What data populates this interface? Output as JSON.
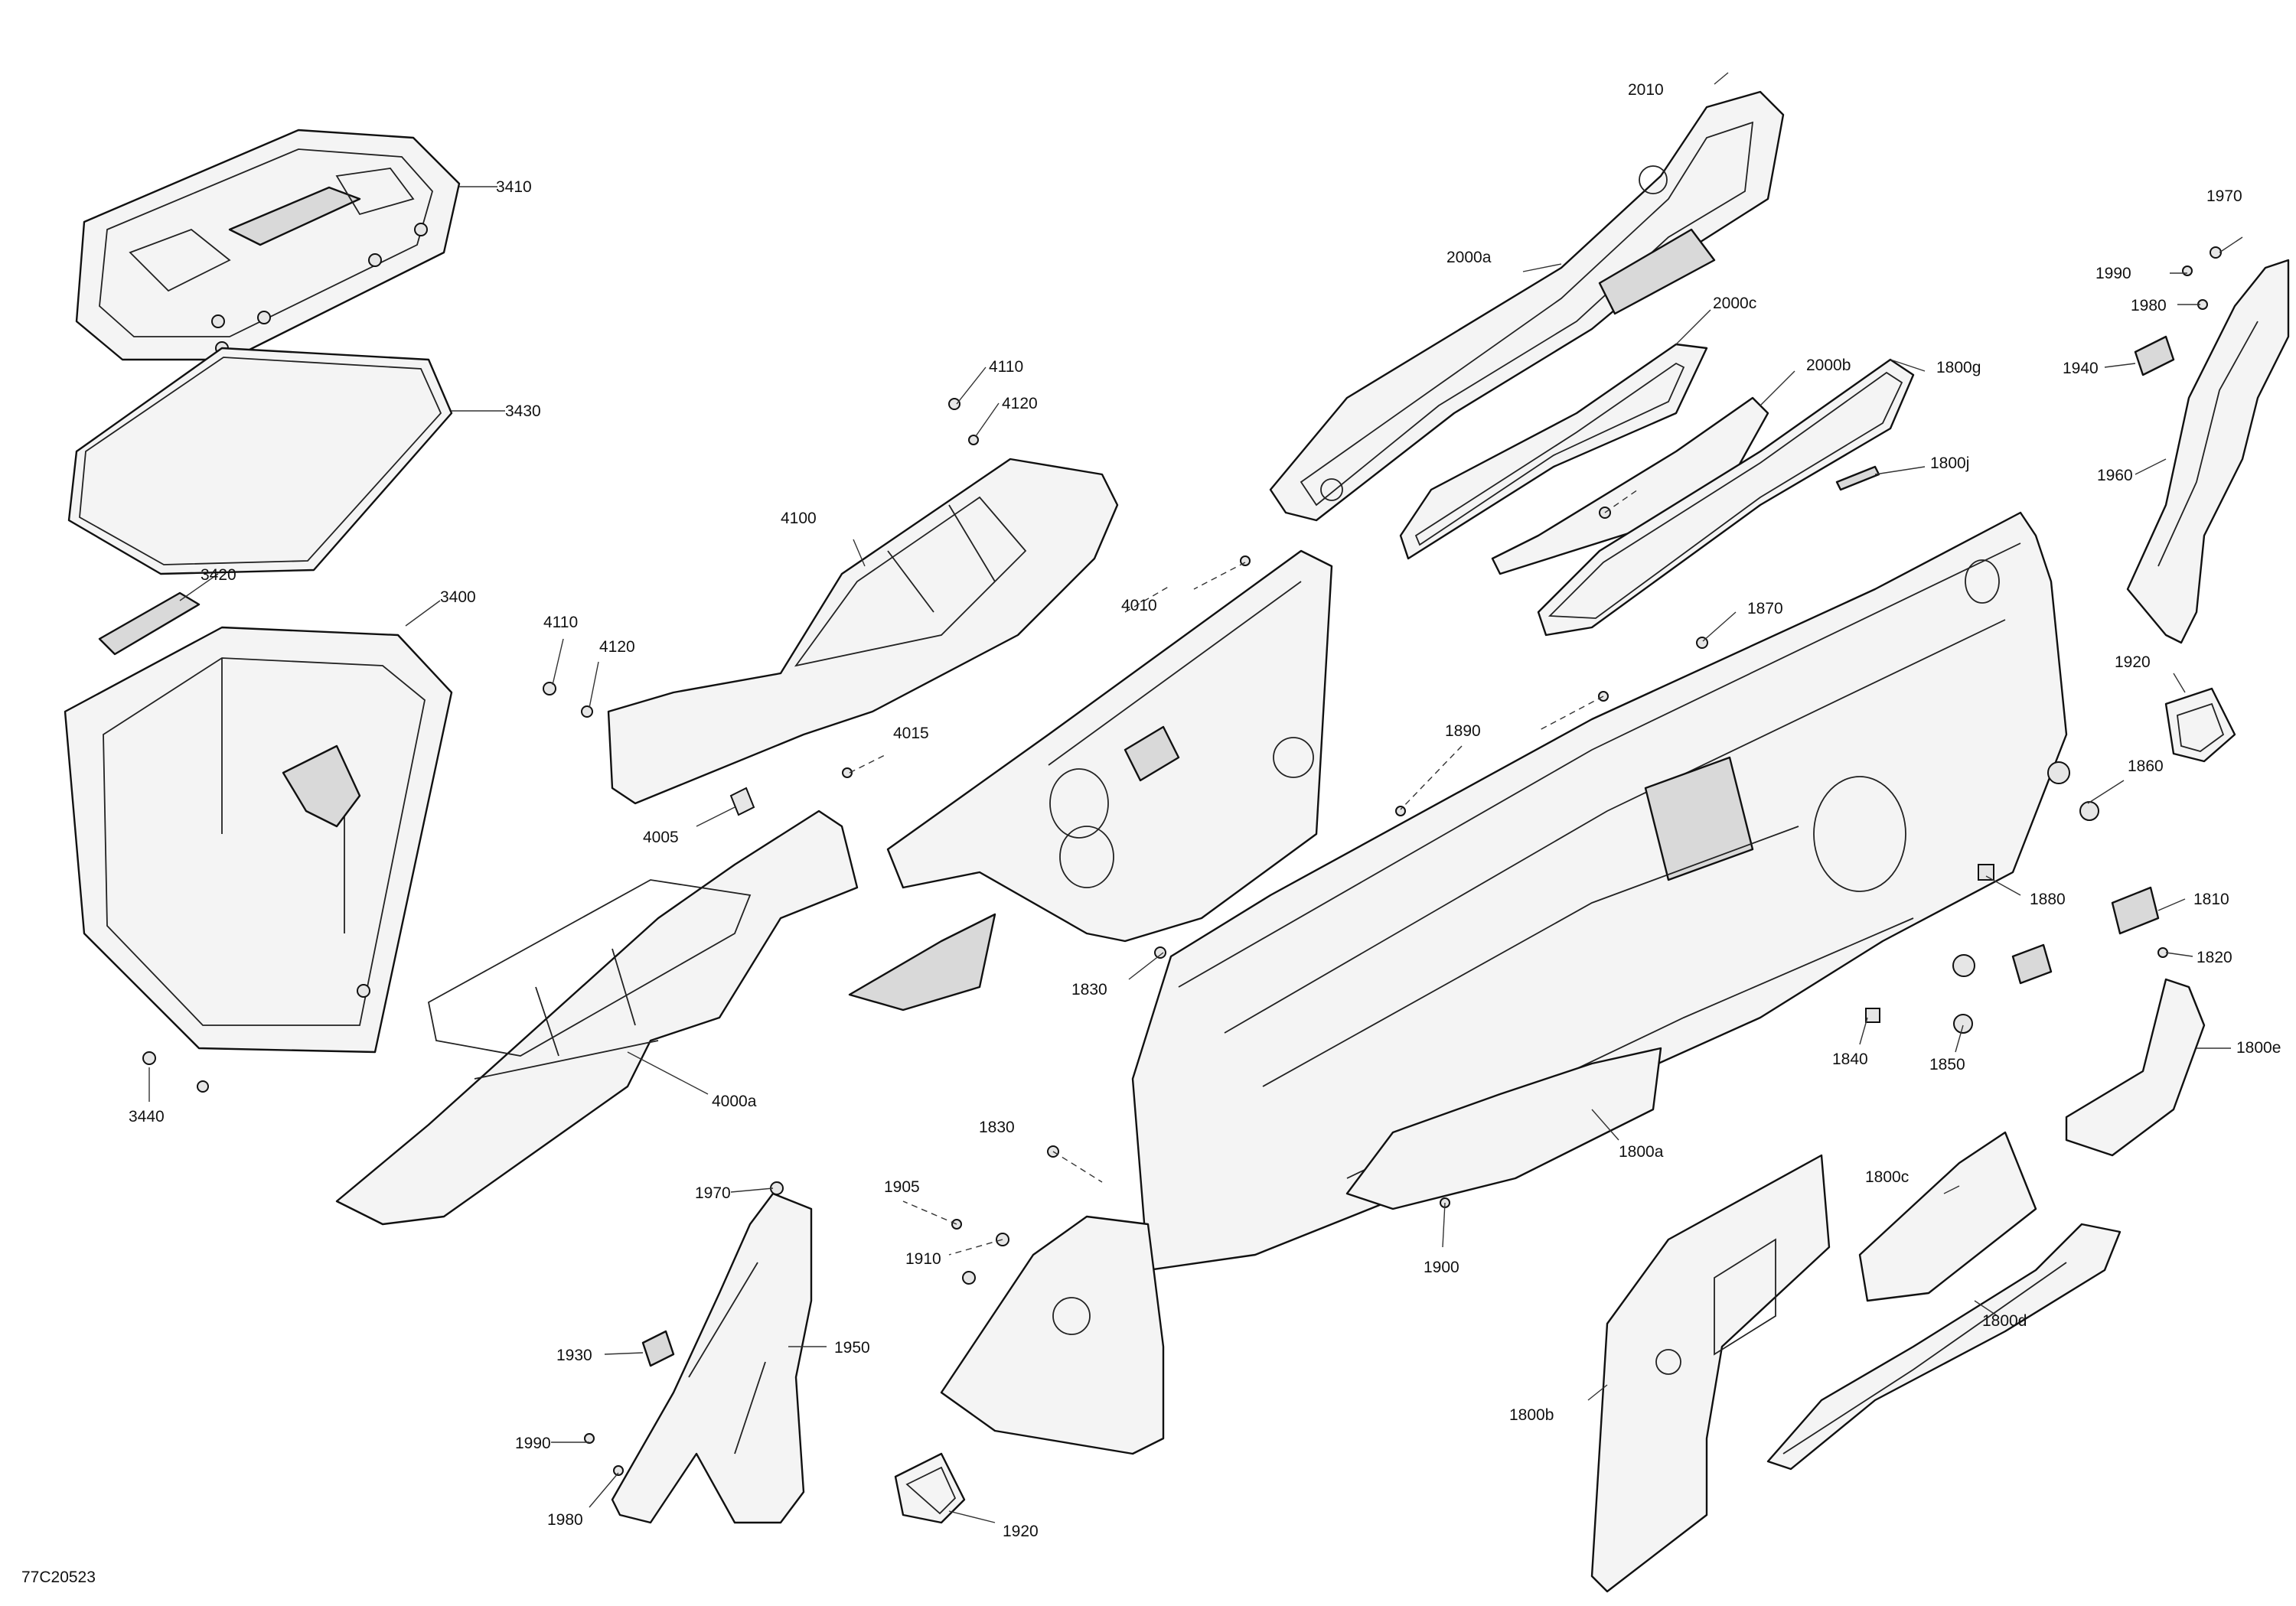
{
  "document_id": "77C20523",
  "callouts": {
    "c3410": "3410",
    "c3430": "3430",
    "c3420": "3420",
    "c3400": "3400",
    "c3440": "3440",
    "c4110a": "4110",
    "c4120a": "4120",
    "c4100": "4100",
    "c4110b": "4110",
    "c4120b": "4120",
    "c4010": "4010",
    "c4015": "4015",
    "c4005": "4005",
    "c4000a": "4000a",
    "c2010": "2010",
    "c2000a": "2000a",
    "c2000c": "2000c",
    "c2000b": "2000b",
    "c1800g": "1800g",
    "c1800j": "1800j",
    "c1870": "1870",
    "c1890": "1890",
    "c1830a": "1830",
    "c1830b": "1830",
    "c1970a": "1970",
    "c1990a": "1990",
    "c1980a": "1980",
    "c1940": "1940",
    "c1960": "1960",
    "c1920a": "1920",
    "c1860": "1860",
    "c1880": "1880",
    "c1810": "1810",
    "c1820": "1820",
    "c1840": "1840",
    "c1850": "1850",
    "c1800e": "1800e",
    "c1800a": "1800a",
    "c1800c": "1800c",
    "c1800d": "1800d",
    "c1800b": "1800b",
    "c1900": "1900",
    "c1905": "1905",
    "c1910": "1910",
    "c1970b": "1970",
    "c1950": "1950",
    "c1930": "1930",
    "c1990b": "1990",
    "c1980b": "1980",
    "c1920b": "1920"
  }
}
